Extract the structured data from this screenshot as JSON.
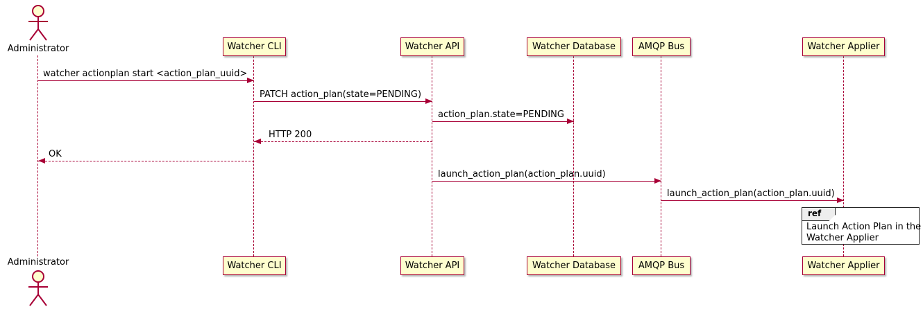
{
  "diagram": {
    "type": "sequence",
    "actor": {
      "label": "Administrator"
    },
    "participants": [
      {
        "label": "Watcher CLI"
      },
      {
        "label": "Watcher API"
      },
      {
        "label": "Watcher Database"
      },
      {
        "label": "AMQP Bus"
      },
      {
        "label": "Watcher Applier"
      }
    ],
    "messages": [
      {
        "label": "watcher actionplan start <action_plan_uuid>",
        "from": "Administrator",
        "to": "Watcher CLI",
        "style": "solid"
      },
      {
        "label": "PATCH action_plan(state=PENDING)",
        "from": "Watcher CLI",
        "to": "Watcher API",
        "style": "solid"
      },
      {
        "label": "action_plan.state=PENDING",
        "from": "Watcher API",
        "to": "Watcher Database",
        "style": "solid"
      },
      {
        "label": "HTTP 200",
        "from": "Watcher API",
        "to": "Watcher CLI",
        "style": "dashed"
      },
      {
        "label": "OK",
        "from": "Watcher CLI",
        "to": "Administrator",
        "style": "dashed"
      },
      {
        "label": "launch_action_plan(action_plan.uuid)",
        "from": "Watcher API",
        "to": "AMQP Bus",
        "style": "solid"
      },
      {
        "label": "launch_action_plan(action_plan.uuid)",
        "from": "AMQP Bus",
        "to": "Watcher Applier",
        "style": "solid"
      }
    ],
    "ref": {
      "keyword": "ref",
      "text_line1": "Launch Action Plan in the",
      "text_line2": "Watcher Applier"
    },
    "colors": {
      "participant_fill": "#FEFECE",
      "border": "#A80036",
      "line": "#A80036"
    }
  }
}
